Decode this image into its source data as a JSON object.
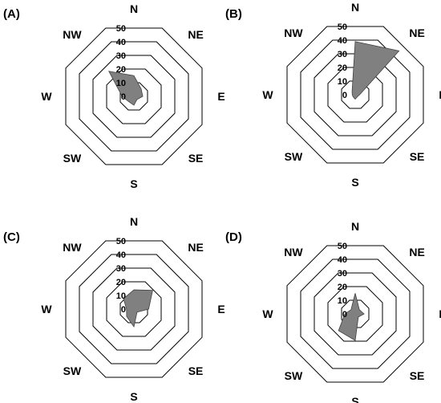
{
  "chart_data": [
    {
      "type": "radar",
      "panel_label": "(A)",
      "directions": [
        "N",
        "NE",
        "E",
        "SE",
        "S",
        "SW",
        "W",
        "NW"
      ],
      "ticks": [
        "0",
        "10",
        "20",
        "30",
        "40",
        "50"
      ],
      "rlim": [
        0,
        50
      ],
      "values": [
        14,
        7,
        6,
        3,
        6,
        5,
        8,
        24
      ],
      "color": "#808080"
    },
    {
      "type": "radar",
      "panel_label": "(B)",
      "directions": [
        "N",
        "NE",
        "E",
        "SE",
        "S",
        "SW",
        "W",
        "NW"
      ],
      "ticks": [
        "0",
        "10",
        "20",
        "30",
        "40",
        "50"
      ],
      "rlim": [
        0,
        50
      ],
      "values": [
        36,
        42,
        3,
        2,
        3,
        2,
        2,
        3
      ],
      "color": "#808080"
    },
    {
      "type": "radar",
      "panel_label": "(C)",
      "directions": [
        "N",
        "NE",
        "E",
        "SE",
        "S",
        "SW",
        "W",
        "NW"
      ],
      "ticks": [
        "0",
        "10",
        "20",
        "30",
        "40",
        "50"
      ],
      "rlim": [
        0,
        50
      ],
      "values": [
        13,
        18,
        10,
        3,
        12,
        7,
        5,
        10
      ],
      "color": "#808080"
    },
    {
      "type": "radar",
      "panel_label": "(D)",
      "directions": [
        "N",
        "NE",
        "E",
        "SE",
        "S",
        "SW",
        "W",
        "NW"
      ],
      "ticks": [
        "0",
        "10",
        "20",
        "30",
        "40",
        "50"
      ],
      "rlim": [
        0,
        50
      ],
      "values": [
        14,
        4,
        6,
        3,
        18,
        16,
        7,
        4
      ],
      "color": "#808080"
    }
  ]
}
